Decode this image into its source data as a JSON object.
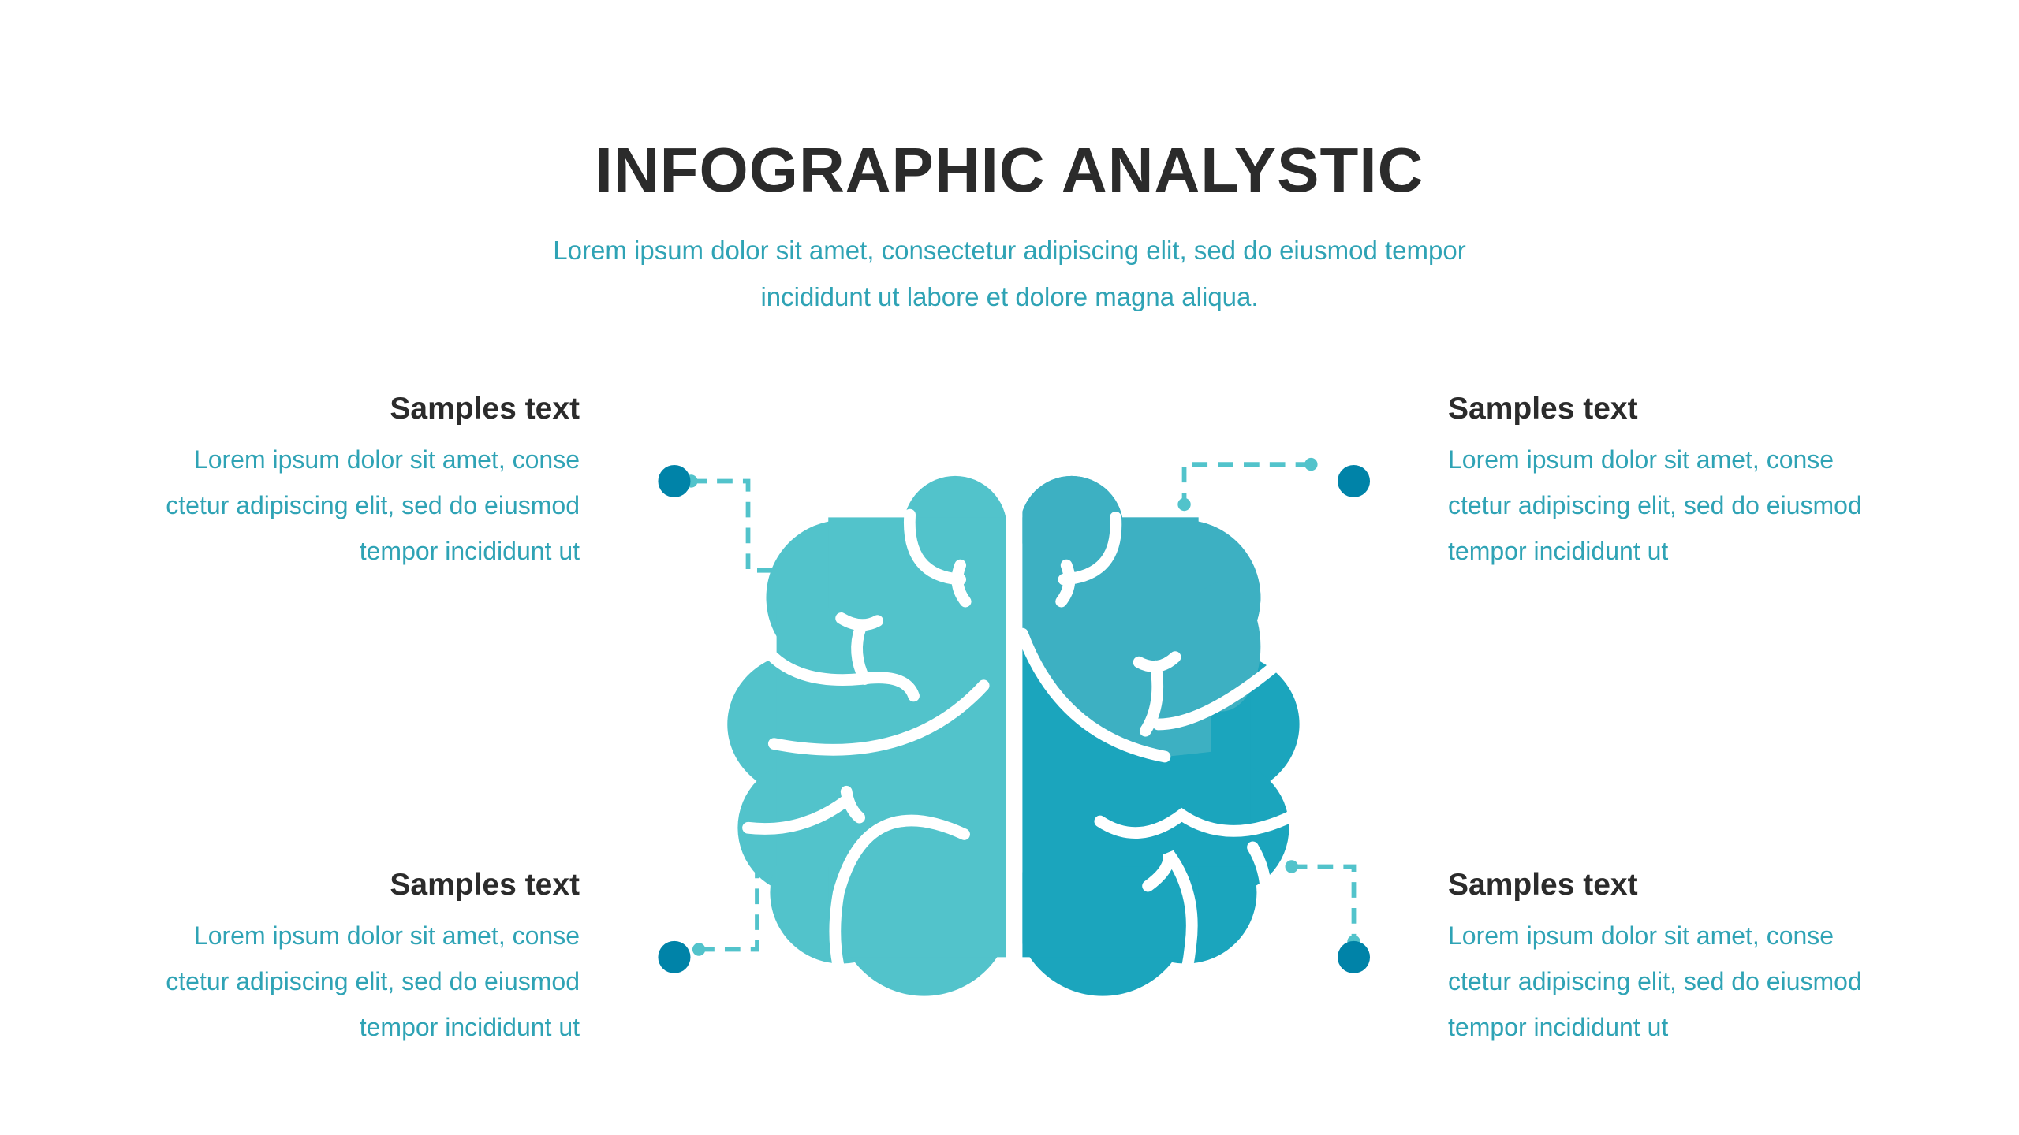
{
  "header": {
    "title": "INFOGRAPHIC ANALYSTIC",
    "subtitle_line1": "Lorem ipsum dolor sit amet, consectetur adipiscing elit, sed do eiusmod tempor",
    "subtitle_line2": "incididunt ut labore et dolore magna aliqua."
  },
  "blocks": [
    {
      "heading": "Samples text",
      "lines": [
        "Lorem ipsum dolor sit amet, conse",
        "ctetur adipiscing elit, sed do eiusmod",
        "tempor incididunt ut"
      ]
    },
    {
      "heading": "Samples text",
      "lines": [
        "Lorem ipsum dolor sit amet, conse",
        "ctetur adipiscing elit, sed do eiusmod",
        "tempor incididunt ut"
      ]
    },
    {
      "heading": "Samples text",
      "lines": [
        "Lorem ipsum dolor sit amet, conse",
        "ctetur adipiscing elit, sed do eiusmod",
        "tempor incididunt ut"
      ]
    },
    {
      "heading": "Samples text",
      "lines": [
        "Lorem ipsum dolor sit amet, conse",
        "ctetur adipiscing elit, sed do eiusmod",
        "tempor incididunt ut"
      ]
    }
  ],
  "colors": {
    "left_hemisphere": "#52c3cb",
    "right_upper": "#3db0c2",
    "right_lower": "#1ba5bd",
    "dot": "#0083a8",
    "connector": "#52c3cb"
  }
}
